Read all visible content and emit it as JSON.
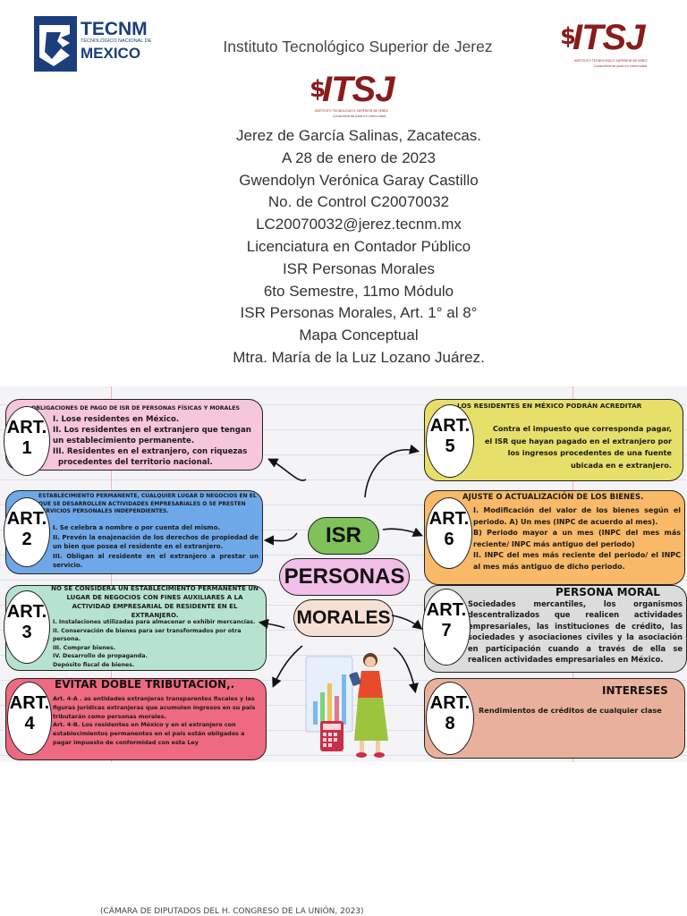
{
  "header": {
    "institute": "Instituto Tecnológico Superior de Jerez",
    "tecnm_main": "TECNM",
    "tecnm_sub": "TECNOLÓGICO NACIONAL DE",
    "tecnm_country": "MEXICO",
    "itsj_logo": "ITSJ",
    "itsj_sub": "INSTITUTO TECNOLÓGICO SUPERIOR DE JEREZ",
    "itsj_motto": "Conocimiento para mi comunidad"
  },
  "info_lines": [
    "Jerez de García Salinas, Zacatecas.",
    "A 28 de enero de 2023",
    "Gwendolyn Verónica Garay Castillo",
    "No. de Control C20070032",
    "LC20070032@jerez.tecnm.mx",
    "Licenciatura en Contador Público",
    "ISR Personas Morales",
    "6to Semestre, 11mo Módulo",
    "ISR Personas Morales, Art. 1° al 8°",
    "Mapa Conceptual",
    "Mtra. María de la Luz Lozano Juárez."
  ],
  "center": {
    "isr": "ISR",
    "personas": "PERSONAS",
    "morales": "MORALES"
  },
  "art_label": "ART.",
  "colors": {
    "art1": "#f6c6dc",
    "art2": "#6fa8e8",
    "art3": "#b6e3cf",
    "art4": "#ee6a80",
    "art5": "#e6e06a",
    "art6": "#f8b968",
    "art7": "#dcdcdc",
    "art8": "#e9b19c",
    "isr": "#7fc25a",
    "personas": "#f1bfe8",
    "morales": "#f6dfd3"
  },
  "articles": {
    "a1": {
      "num": "1",
      "heading": "OBLIGACIONES DE PAGO DE ISR DE PERSONAS FÍSICAS Y MORALES",
      "lines": [
        "I. Lose residentes en México.",
        "II. Los residentes en el extranjero que tengan",
        "un establecimiento permanente.",
        "III. Residentes en el extranjero, con riquezas",
        "procedentes del territorio nacional."
      ]
    },
    "a2": {
      "num": "2",
      "heading": "ESTABLECIMIENTO PERMANENTE, CUALQUIER LUGAR D NEGOCIOS EN EL QUE SE DESARROLLEN ACTIVIDADES EMPRESARIALES O SE PRESTEN SERVICIOS PERSONALES INDEPENDIENTES.",
      "lines": [
        "I. Se celebra a nombre o por cuenta del mismo.",
        "II. Prevén la enajenación de los derechos de propiedad de un bien que posea el residente en el extranjero.",
        "III. Obligan al residente en el extranjero a prestar un servicio."
      ]
    },
    "a3": {
      "num": "3",
      "heading": "NO SE CONSIDERA UN ESTABLECIMIENTO PERMANENTE UN LUGAR DE NEGOCIOS CON FINES AUXILIARES A LA ACTIVIDAD EMPRESARIAL DE RESIDENTE EN EL EXTRANJERO.",
      "lines": [
        "I. Instalaciones utilizadas para almacenar o  exhibir mercancías.",
        "II. Conservación de bienes para ser transformados por otra persona.",
        "III. Comprar bienes.",
        "IV. Desarrollo de propaganda.",
        "Depósito fiscal de bienes."
      ]
    },
    "a4": {
      "num": "4",
      "heading": "EVITAR DOBLE TRIBUTACIÓN,.",
      "lines": [
        "Art. 4-A . as entidades extranjeras transparentes fiscales y las figuras jurídicas extranjeras que acumulen ingresos en su país tributarán como personas morales.",
        "Art. 4-B. Los residentes en México y en el extranjero con establecimientos permanentes en el país están obligados a pagar impuesto de conformidad con esta Ley"
      ]
    },
    "a5": {
      "num": "5",
      "heading": "LOS RESIDENTES EN MÉXICO PODRÁN ACREDITAR",
      "lines": [
        "Contra el impuesto que corresponda pagar,",
        "el ISR que hayan pagado en el extranjero por",
        "los ingresos  procedentes  de una fuente",
        "ubicada en e extranjero."
      ]
    },
    "a6": {
      "num": "6",
      "heading": "AJUSTE O ACTUALIZACIÓN DE LOS BIENES.",
      "lines": [
        "I. Modificación del valor de los bienes según el periodo. A) Un mes (INPC de acuerdo al mes).",
        "B) Periodo mayor a un mes (INPC del mes más reciente/ INPC más antiguo del periodo)",
        "II. INPC del mes más reciente del periodo/ el INPC al mes más antiguo de dicho periodo."
      ]
    },
    "a7": {
      "num": "7",
      "heading": "PERSONA MORAL",
      "lines": [
        "Sociedades mercantiles, los organismos descentralizados que realicen actividades empresariales, las instituciones de crédito, las sociedades y asociaciones civiles y la asociación en participación cuando a través de ella se realicen actividades empresariales en México."
      ]
    },
    "a8": {
      "num": "8",
      "heading": "INTERESES",
      "lines": [
        "Rendimientos de créditos de cualquier clase"
      ]
    }
  },
  "footer": "(CÁMARA DE DIPUTADOS DEL H. CONGRESO DE LA UNIÓN, 2023)"
}
